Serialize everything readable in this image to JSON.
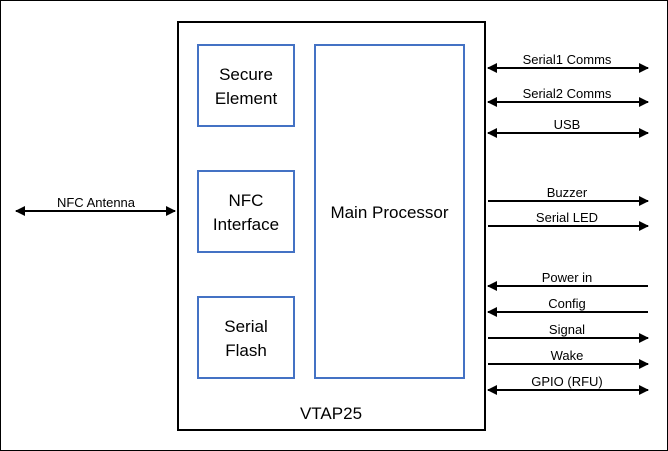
{
  "title": "VTAP25",
  "colors": {
    "block_border": "#4472c4",
    "outer_border": "#000000",
    "line": "#000000",
    "background": "#ffffff"
  },
  "blocks": {
    "secure_element": [
      "Secure",
      "Element"
    ],
    "nfc_interface": [
      "NFC",
      "Interface"
    ],
    "serial_flash": [
      "Serial",
      "Flash"
    ],
    "main_processor": "Main Processor"
  },
  "left_signal": {
    "label": "NFC Antenna",
    "direction": "both"
  },
  "right_signals": [
    {
      "label": "Serial1 Comms",
      "direction": "both"
    },
    {
      "label": "Serial2 Comms",
      "direction": "both"
    },
    {
      "label": "USB",
      "direction": "both"
    },
    {
      "label": "Buzzer",
      "direction": "out"
    },
    {
      "label": "Serial LED",
      "direction": "out"
    },
    {
      "label": "Power in",
      "direction": "in"
    },
    {
      "label": "Config",
      "direction": "in"
    },
    {
      "label": "Signal",
      "direction": "out"
    },
    {
      "label": "Wake",
      "direction": "out"
    },
    {
      "label": "GPIO (RFU)",
      "direction": "both"
    }
  ]
}
